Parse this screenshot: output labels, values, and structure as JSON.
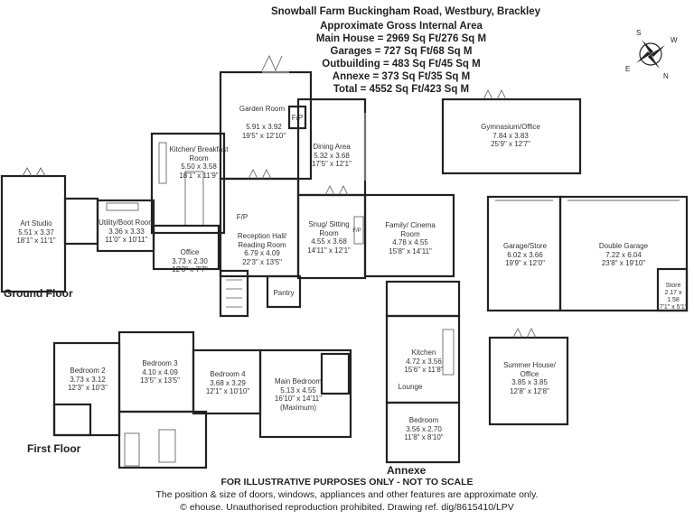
{
  "header": {
    "title": "Snowball Farm Buckingham Road, Westbury, Brackley",
    "area_title": "Approximate Gross Internal Area",
    "lines": [
      "Main House = 2969 Sq Ft/276 Sq M",
      "Garages = 727 Sq Ft/68 Sq M",
      "Outbuilding = 483 Sq Ft/45 Sq M",
      "Annexe = 373 Sq Ft/35 Sq M",
      "Total = 4552 Sq Ft/423 Sq M"
    ]
  },
  "compass": {
    "labels": [
      "S",
      "W",
      "E",
      "N"
    ]
  },
  "sections": {
    "ground": "Ground Floor",
    "first": "First Floor",
    "annexe": "Annexe"
  },
  "rooms": {
    "garden_room": {
      "name": "Garden Room",
      "metric": "5.91 x 3.92",
      "imperial": "19'5\" x 12'10\""
    },
    "fp_garden": "F/P",
    "kitchen": {
      "name": "Kitchen/ Breakfast Room",
      "metric": "5.50 x 3.58",
      "imperial": "18'1\" x 11'9\""
    },
    "dining": {
      "name": "Dining Area",
      "metric": "5.32 x 3.68",
      "imperial": "17'5\" x 12'1\""
    },
    "gym": {
      "name": "Gymnasium/Office",
      "metric": "7.84 x 3.83",
      "imperial": "25'9\" x 12'7\""
    },
    "art_studio": {
      "name": "Art Studio",
      "metric": "5.51 x 3.37",
      "imperial": "18'1\" x 11'1\""
    },
    "utility": {
      "name": "Utility/Boot Room",
      "metric": "3.36 x 3.33",
      "imperial": "11'0\" x 10'11\""
    },
    "office": {
      "name": "Office",
      "metric": "3.73 x 2.30",
      "imperial": "12'3\" x 7'7\""
    },
    "reception": {
      "name": "Reception Hall/ Reading Room",
      "metric": "6.79 x 4.09",
      "imperial": "22'3\" x 13'5\""
    },
    "fp_reception": "F/P",
    "snug": {
      "name": "Snug/ Sitting Room",
      "metric": "4.55 x 3.68",
      "imperial": "14'11\" x 12'1\""
    },
    "fp_snug": "F/P",
    "family": {
      "name": "Family/ Cinema Room",
      "metric": "4.78 x 4.55",
      "imperial": "15'8\" x 14'11\""
    },
    "pantry": {
      "name": "Pantry"
    },
    "garage_store": {
      "name": "Garage/Store",
      "metric": "6.02 x 3.66",
      "imperial": "19'9\" x 12'0\""
    },
    "double_garage": {
      "name": "Double Garage",
      "metric": "7.22 x 6.04",
      "imperial": "23'8\" x 19'10\""
    },
    "store": {
      "name": "Store",
      "metric": "2.17 x 1.58",
      "imperial": "7'1\" x 5'1\""
    },
    "bedroom2": {
      "name": "Bedroom 2",
      "metric": "3.73 x 3.12",
      "imperial": "12'3\" x 10'3\""
    },
    "bedroom3": {
      "name": "Bedroom 3",
      "metric": "4.10 x 4.09",
      "imperial": "13'5\" x 13'5\""
    },
    "bedroom4": {
      "name": "Bedroom 4",
      "metric": "3.68 x 3.29",
      "imperial": "12'1\" x 10'10\""
    },
    "main_bedroom": {
      "name": "Main Bedroom",
      "metric": "5.13 x 4.55",
      "imperial": "16'10\" x 14'11\"",
      "note": "(Maximum)"
    },
    "annexe_kitchen": {
      "name": "Kitchen",
      "metric": "4.72 x 3.56",
      "imperial": "15'6\" x 11'8\""
    },
    "lounge": {
      "name": "Lounge"
    },
    "annexe_bedroom": {
      "name": "Bedroom",
      "metric": "3.56 x 2.70",
      "imperial": "11'8\" x 8'10\""
    },
    "summer_house": {
      "name": "Summer House/ Office",
      "metric": "3.85 x 3.85",
      "imperial": "12'8\" x 12'8\""
    }
  },
  "footer": {
    "line1": "FOR ILLUSTRATIVE PURPOSES ONLY - NOT TO SCALE",
    "line2": "The position & size of doors, windows, appliances and other features are approximate only.",
    "line3": "© ehouse. Unauthorised reproduction prohibited. Drawing ref. dig/8615410/LPV"
  }
}
